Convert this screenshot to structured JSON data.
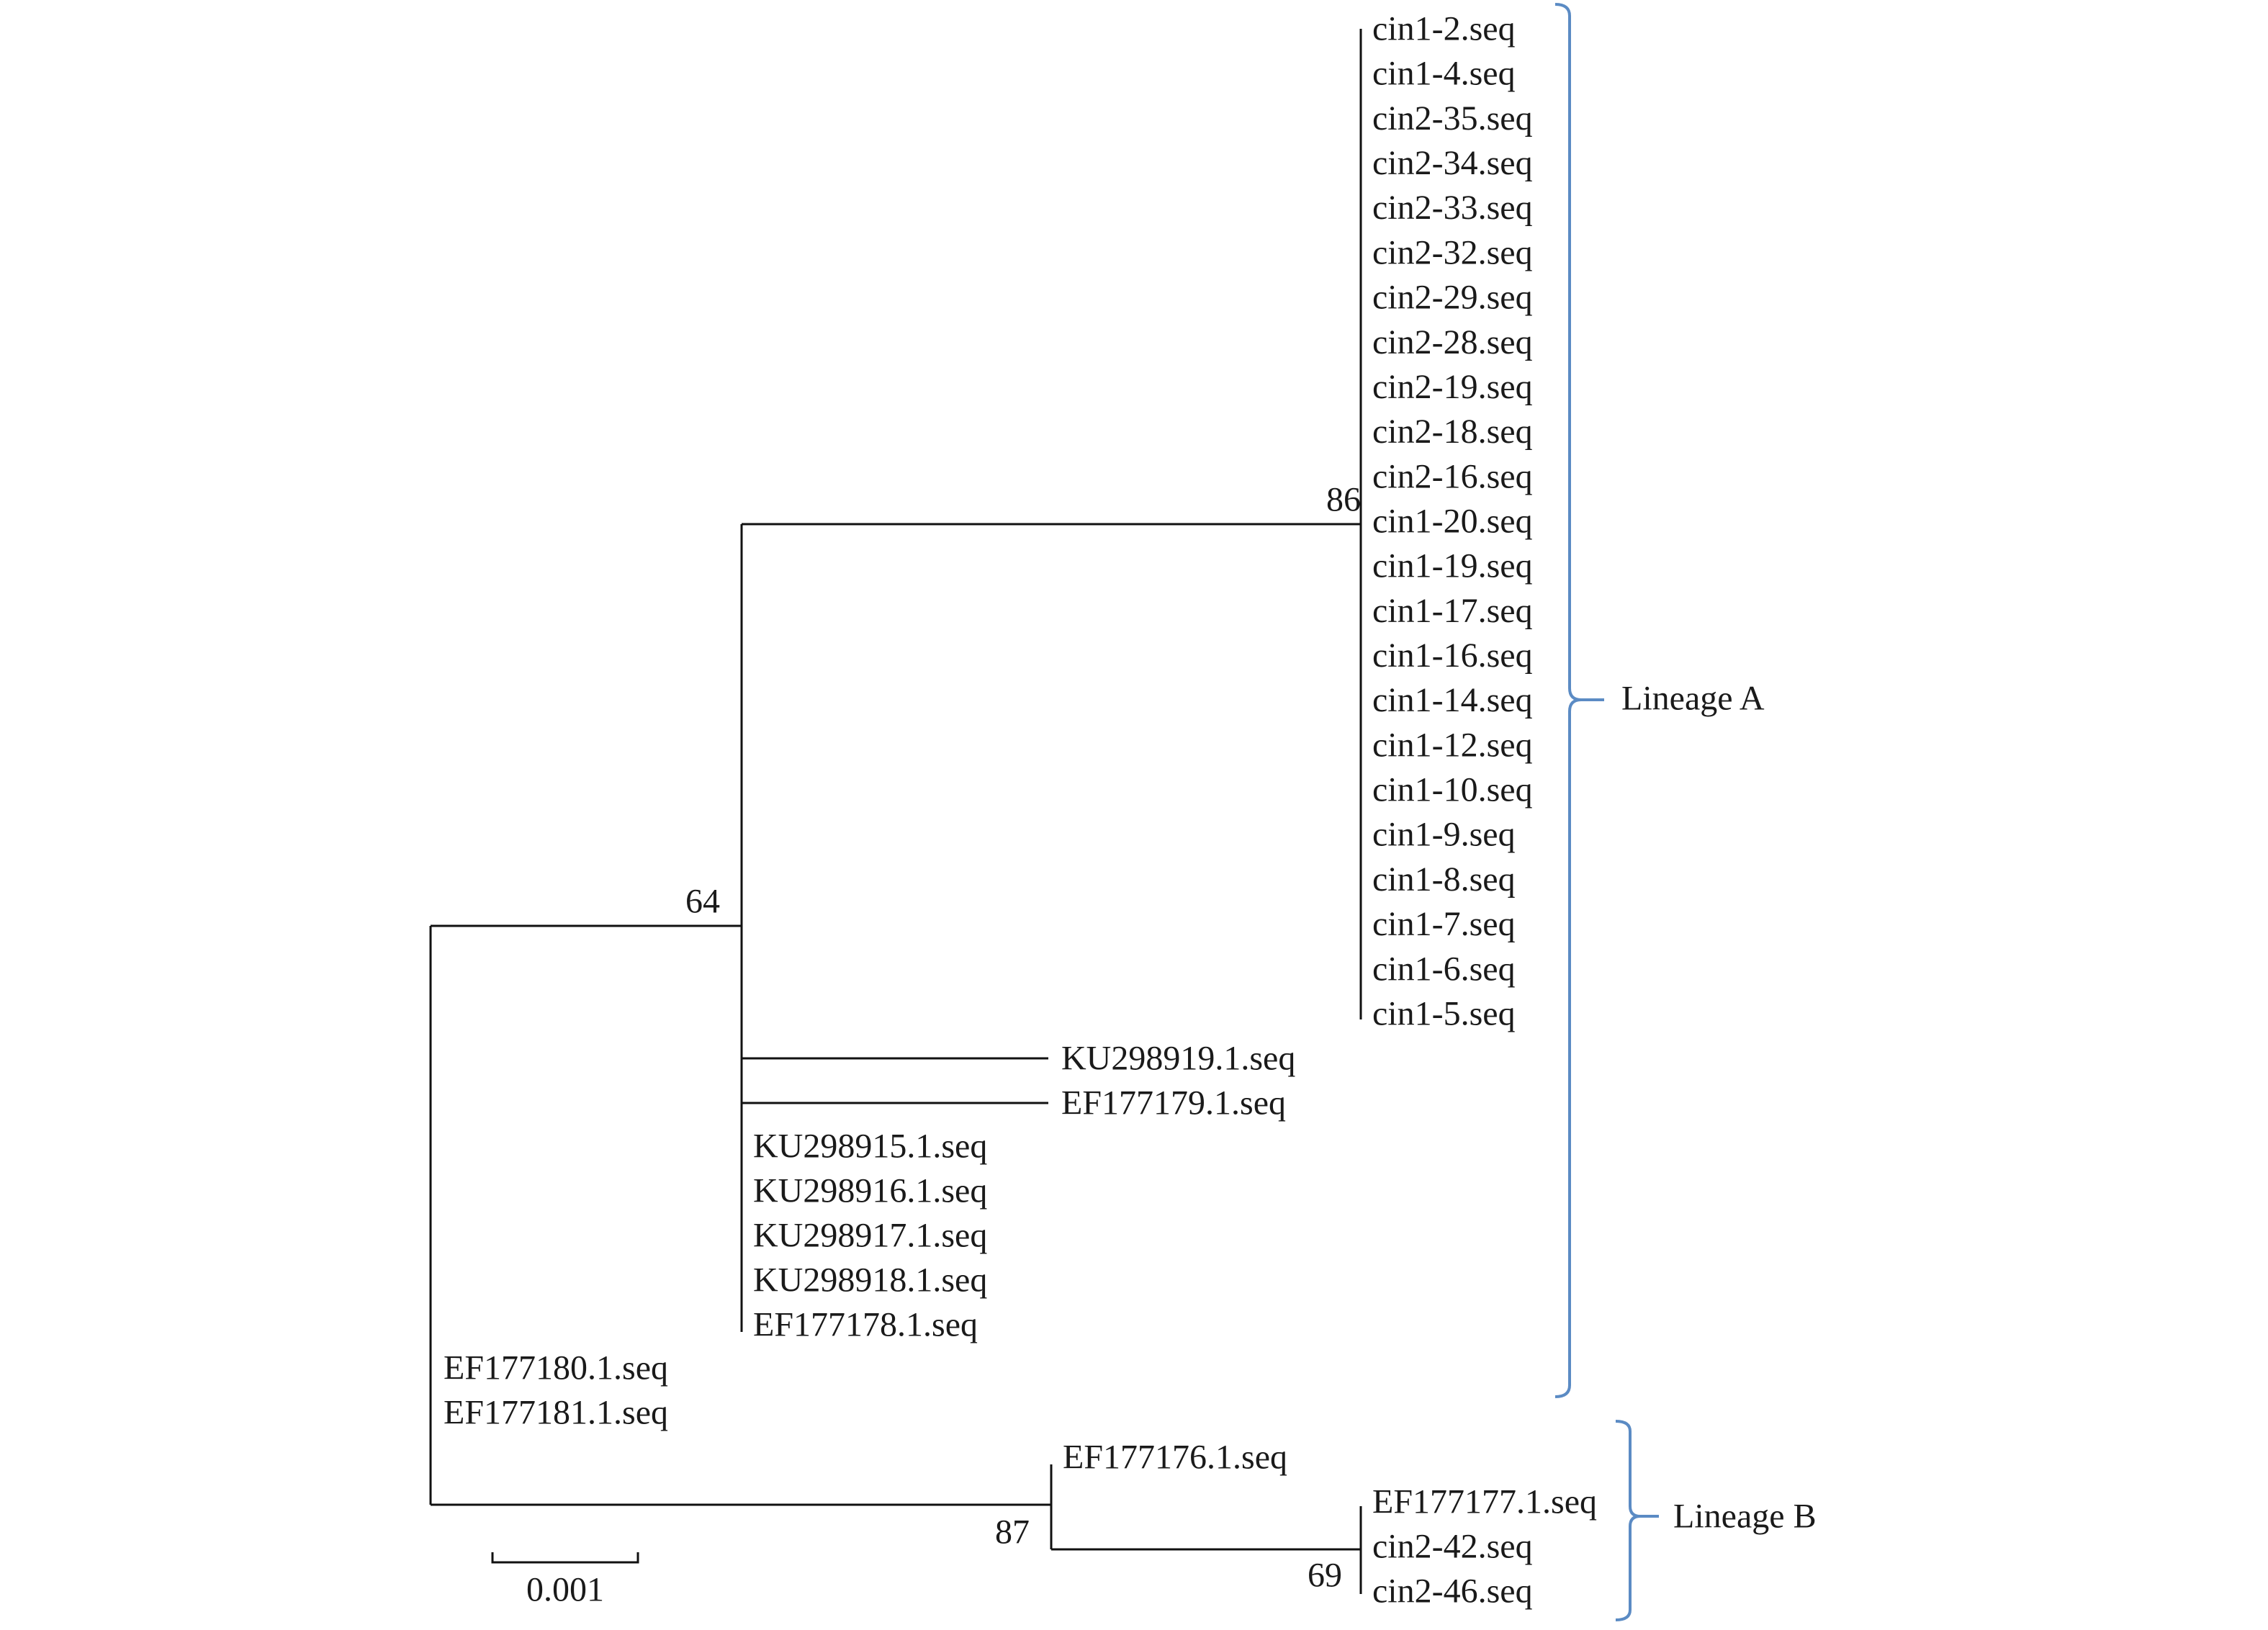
{
  "tree": {
    "scale_bar_label": "0.001",
    "lineage_a": {
      "label": "Lineage A",
      "bootstrap_86": "86",
      "bootstrap_64": "64",
      "clade_86_tips": [
        "cin1-2.seq",
        "cin1-4.seq",
        "cin2-35.seq",
        "cin2-34.seq",
        "cin2-33.seq",
        "cin2-32.seq",
        "cin2-29.seq",
        "cin2-28.seq",
        "cin2-19.seq",
        "cin2-18.seq",
        "cin2-16.seq",
        "cin1-20.seq",
        "cin1-19.seq",
        "cin1-17.seq",
        "cin1-16.seq",
        "cin1-14.seq",
        "cin1-12.seq",
        "cin1-10.seq",
        "cin1-9.seq",
        "cin1-8.seq",
        "cin1-7.seq",
        "cin1-6.seq",
        "cin1-5.seq"
      ],
      "branch_tips": [
        "KU298919.1.seq",
        "EF177179.1.seq"
      ],
      "zero_length_tips": [
        "KU298915.1.seq",
        "KU298916.1.seq",
        "KU298917.1.seq",
        "KU298918.1.seq",
        "EF177178.1.seq"
      ]
    },
    "root_tips": [
      "EF177180.1.seq",
      "EF177181.1.seq"
    ],
    "lineage_b": {
      "label": "Lineage B",
      "bootstrap_87": "87",
      "bootstrap_69": "69",
      "single_tip": "EF177176.1.seq",
      "clade_69_tips": [
        "EF177177.1.seq",
        "cin2-42.seq",
        "cin2-46.seq"
      ]
    }
  },
  "colors": {
    "branch": "#111111",
    "bracket": "#5b8bc4"
  }
}
